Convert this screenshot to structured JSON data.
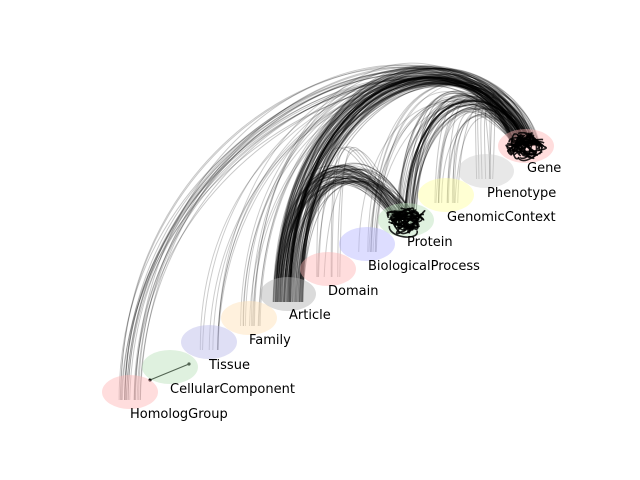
{
  "graph": {
    "nodes": [
      {
        "key": "homologgroup",
        "label": "HomologGroup",
        "color": "#ffb3b3"
      },
      {
        "key": "cellularcomponent",
        "label": "CellularComponent",
        "color": "#b8e0b8"
      },
      {
        "key": "tissue",
        "label": "Tissue",
        "color": "#b8b8e8"
      },
      {
        "key": "family",
        "label": "Family",
        "color": "#ffe0b3"
      },
      {
        "key": "article",
        "label": "Article",
        "color": "#b0b0b0"
      },
      {
        "key": "domain",
        "label": "Domain",
        "color": "#ffb3b3"
      },
      {
        "key": "biologicalprocess",
        "label": "BiologicalProcess",
        "color": "#b3b3ff"
      },
      {
        "key": "protein",
        "label": "Protein",
        "color": "#b8e0b8"
      },
      {
        "key": "genomiccontext",
        "label": "GenomicContext",
        "color": "#ffff9e"
      },
      {
        "key": "phenotype",
        "label": "Phenotype",
        "color": "#cccccc"
      },
      {
        "key": "gene",
        "label": "Gene",
        "color": "#ffb3b3"
      }
    ],
    "edge_color": "#000000",
    "node_opacity": 0.45
  }
}
